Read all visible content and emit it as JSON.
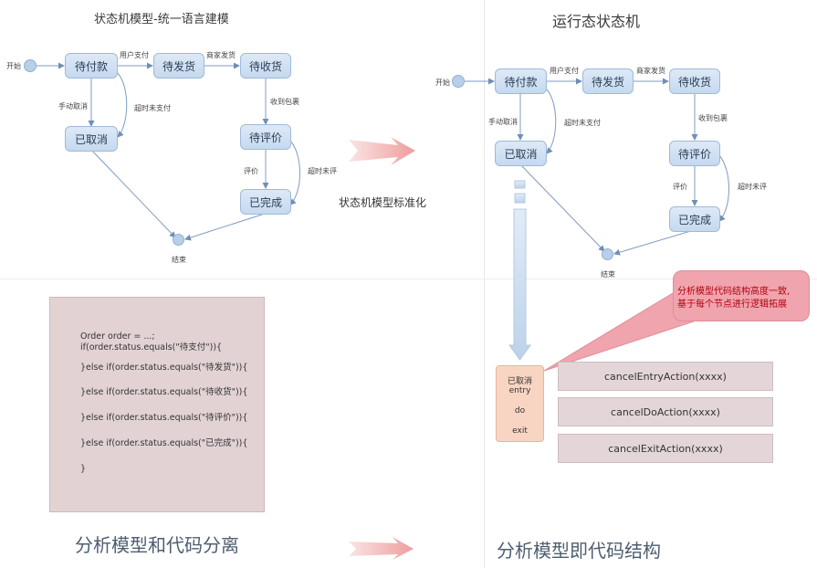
{
  "left_diagram": {
    "title": "状态机模型-统一语言建模",
    "start_label": "开始",
    "end_label": "结束",
    "states": {
      "pending_payment": "待付款",
      "pending_shipment": "待发货",
      "pending_receipt": "待收货",
      "cancelled": "已取消",
      "pending_review": "待评价",
      "completed": "已完成"
    },
    "transitions": {
      "user_pays": "用户支付",
      "merchant_ships": "商家发货",
      "manual_cancel": "手动取消",
      "timeout_unpaid": "超时未支付",
      "package_received": "收到包裹",
      "review": "评价",
      "timeout_unreviewed": "超时未评"
    }
  },
  "right_diagram": {
    "title": "运行态状态机",
    "start_label": "开始",
    "end_label": "结束",
    "states": {
      "pending_payment": "待付款",
      "pending_shipment": "待发货",
      "pending_receipt": "待收货",
      "cancelled": "已取消",
      "pending_review": "待评价",
      "completed": "已完成"
    },
    "transitions": {
      "user_pays": "用户支付",
      "merchant_ships": "商家发货",
      "manual_cancel": "手动取消",
      "timeout_unpaid": "超时未支付",
      "package_received": "收到包裹",
      "review": "评价",
      "timeout_unreviewed": "超时未评"
    }
  },
  "middle_caption": "状态机模型标准化",
  "code": {
    "lines": [
      "Order order = ...;",
      "if(order.status.equals(\"待支付\")){",
      "}else if(order.status.equals(\"待发货\")){",
      "}else if(order.status.equals(\"待收货\")){",
      "}else if(order.status.equals(\"待评价\")){",
      "}else if(order.status.equals(\"已完成\")){",
      "}"
    ]
  },
  "bottom_left_caption": "分析模型和代码分离",
  "bottom_right_caption": "分析模型即代码结构",
  "cancel_state": {
    "name": "已取消",
    "entry": "entry",
    "do": "do",
    "exit": "exit"
  },
  "actions": {
    "entry": "cancelEntryAction(xxxx)",
    "do": "cancelDoAction(xxxx)",
    "exit": "cancelExitAction(xxxx)"
  },
  "callout": {
    "line1": "分析模型代码结构高度一致,",
    "line2": "基于每个节点进行逻辑拓展"
  },
  "colors": {
    "state_fill": "#c6d9ef",
    "arrow_fill": "#f2b3b3",
    "code_bg": "#e2d2d4",
    "callout_bg": "#f0a4ad",
    "callout_text": "#b2000f",
    "entry_box_bg": "#f8d5c3"
  }
}
